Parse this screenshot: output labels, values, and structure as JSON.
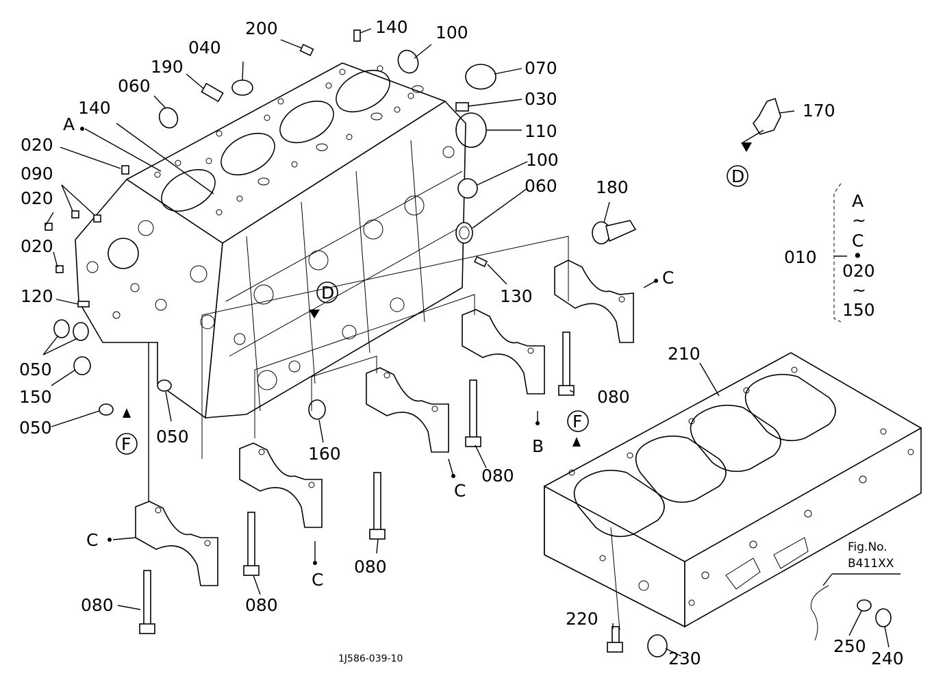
{
  "drawing_id": "1J586-039-10",
  "figure_ref": {
    "line1": "Fig.No.",
    "line2": "B411XX"
  },
  "group_label": {
    "code": "010",
    "lines": [
      "A",
      "~",
      "C",
      "•",
      "020",
      "~",
      "150"
    ]
  },
  "part_numbers": {
    "p200": "200",
    "p140_top": "140",
    "p100_top": "100",
    "p040": "040",
    "p190": "190",
    "p070": "070",
    "p060_left": "060",
    "p030": "030",
    "p140_left": "140",
    "p110": "110",
    "p170": "170",
    "pA": "A",
    "p020_a": "020",
    "p100_mid": "100",
    "p090": "090",
    "p060_mid": "060",
    "p180": "180",
    "p020_b": "020",
    "p020_c": "020",
    "p120": "120",
    "p130": "130",
    "p050_a": "050",
    "p150": "150",
    "p210": "210",
    "p080_a": "080",
    "p050_b": "050",
    "p050_c": "050",
    "p160": "160",
    "p080_b": "080",
    "p080_c": "080",
    "p080_d": "080",
    "p080_e": "080",
    "p220": "220",
    "p230": "230",
    "p250": "250",
    "p240": "240"
  },
  "markers": {
    "D_top": "D",
    "D_mid": "D",
    "F_left": "F",
    "F_right": "F",
    "C_right": "C",
    "B": "B",
    "C_mid": "C",
    "C_low": "C",
    "C_left": "C"
  }
}
